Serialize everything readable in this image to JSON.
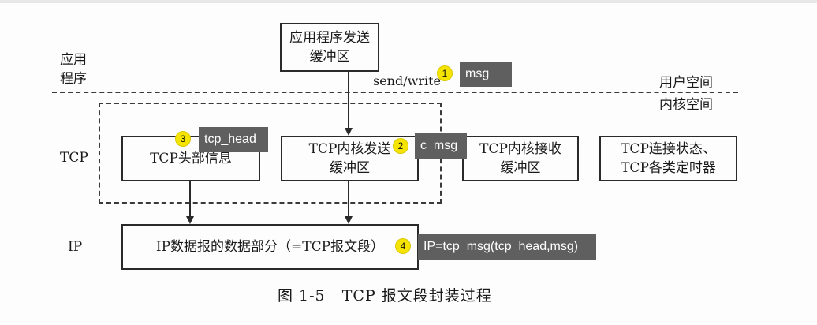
{
  "layers": {
    "app": "应用\n程序",
    "tcp": "TCP",
    "ip": "IP",
    "user_space": "用户空间",
    "kernel_space": "内核空间"
  },
  "call_label": "send/write",
  "boxes": {
    "app_send_buffer": "应用程序发送\n缓冲区",
    "tcp_header_info": "TCP头部信息",
    "tcp_kernel_send_buffer": "TCP内核发送\n缓冲区",
    "tcp_kernel_recv_buffer": "TCP内核接收\n缓冲区",
    "tcp_state_timers": "TCP连接状态、\nTCP各类定时器",
    "ip_datagram_data": "IP数据报的数据部分（=TCP报文段）"
  },
  "annotations": [
    {
      "number": "1",
      "text": "msg"
    },
    {
      "number": "2",
      "text": "c_msg"
    },
    {
      "number": "3",
      "text": "tcp_head"
    },
    {
      "number": "4",
      "text": "IP=tcp_msg(tcp_head,msg)"
    }
  ],
  "caption": "图 1-5   TCP 报文段封装过程",
  "colors": {
    "badge": "#f5e400",
    "tag": "#5f5f5f",
    "line": "#2a2a2a"
  }
}
